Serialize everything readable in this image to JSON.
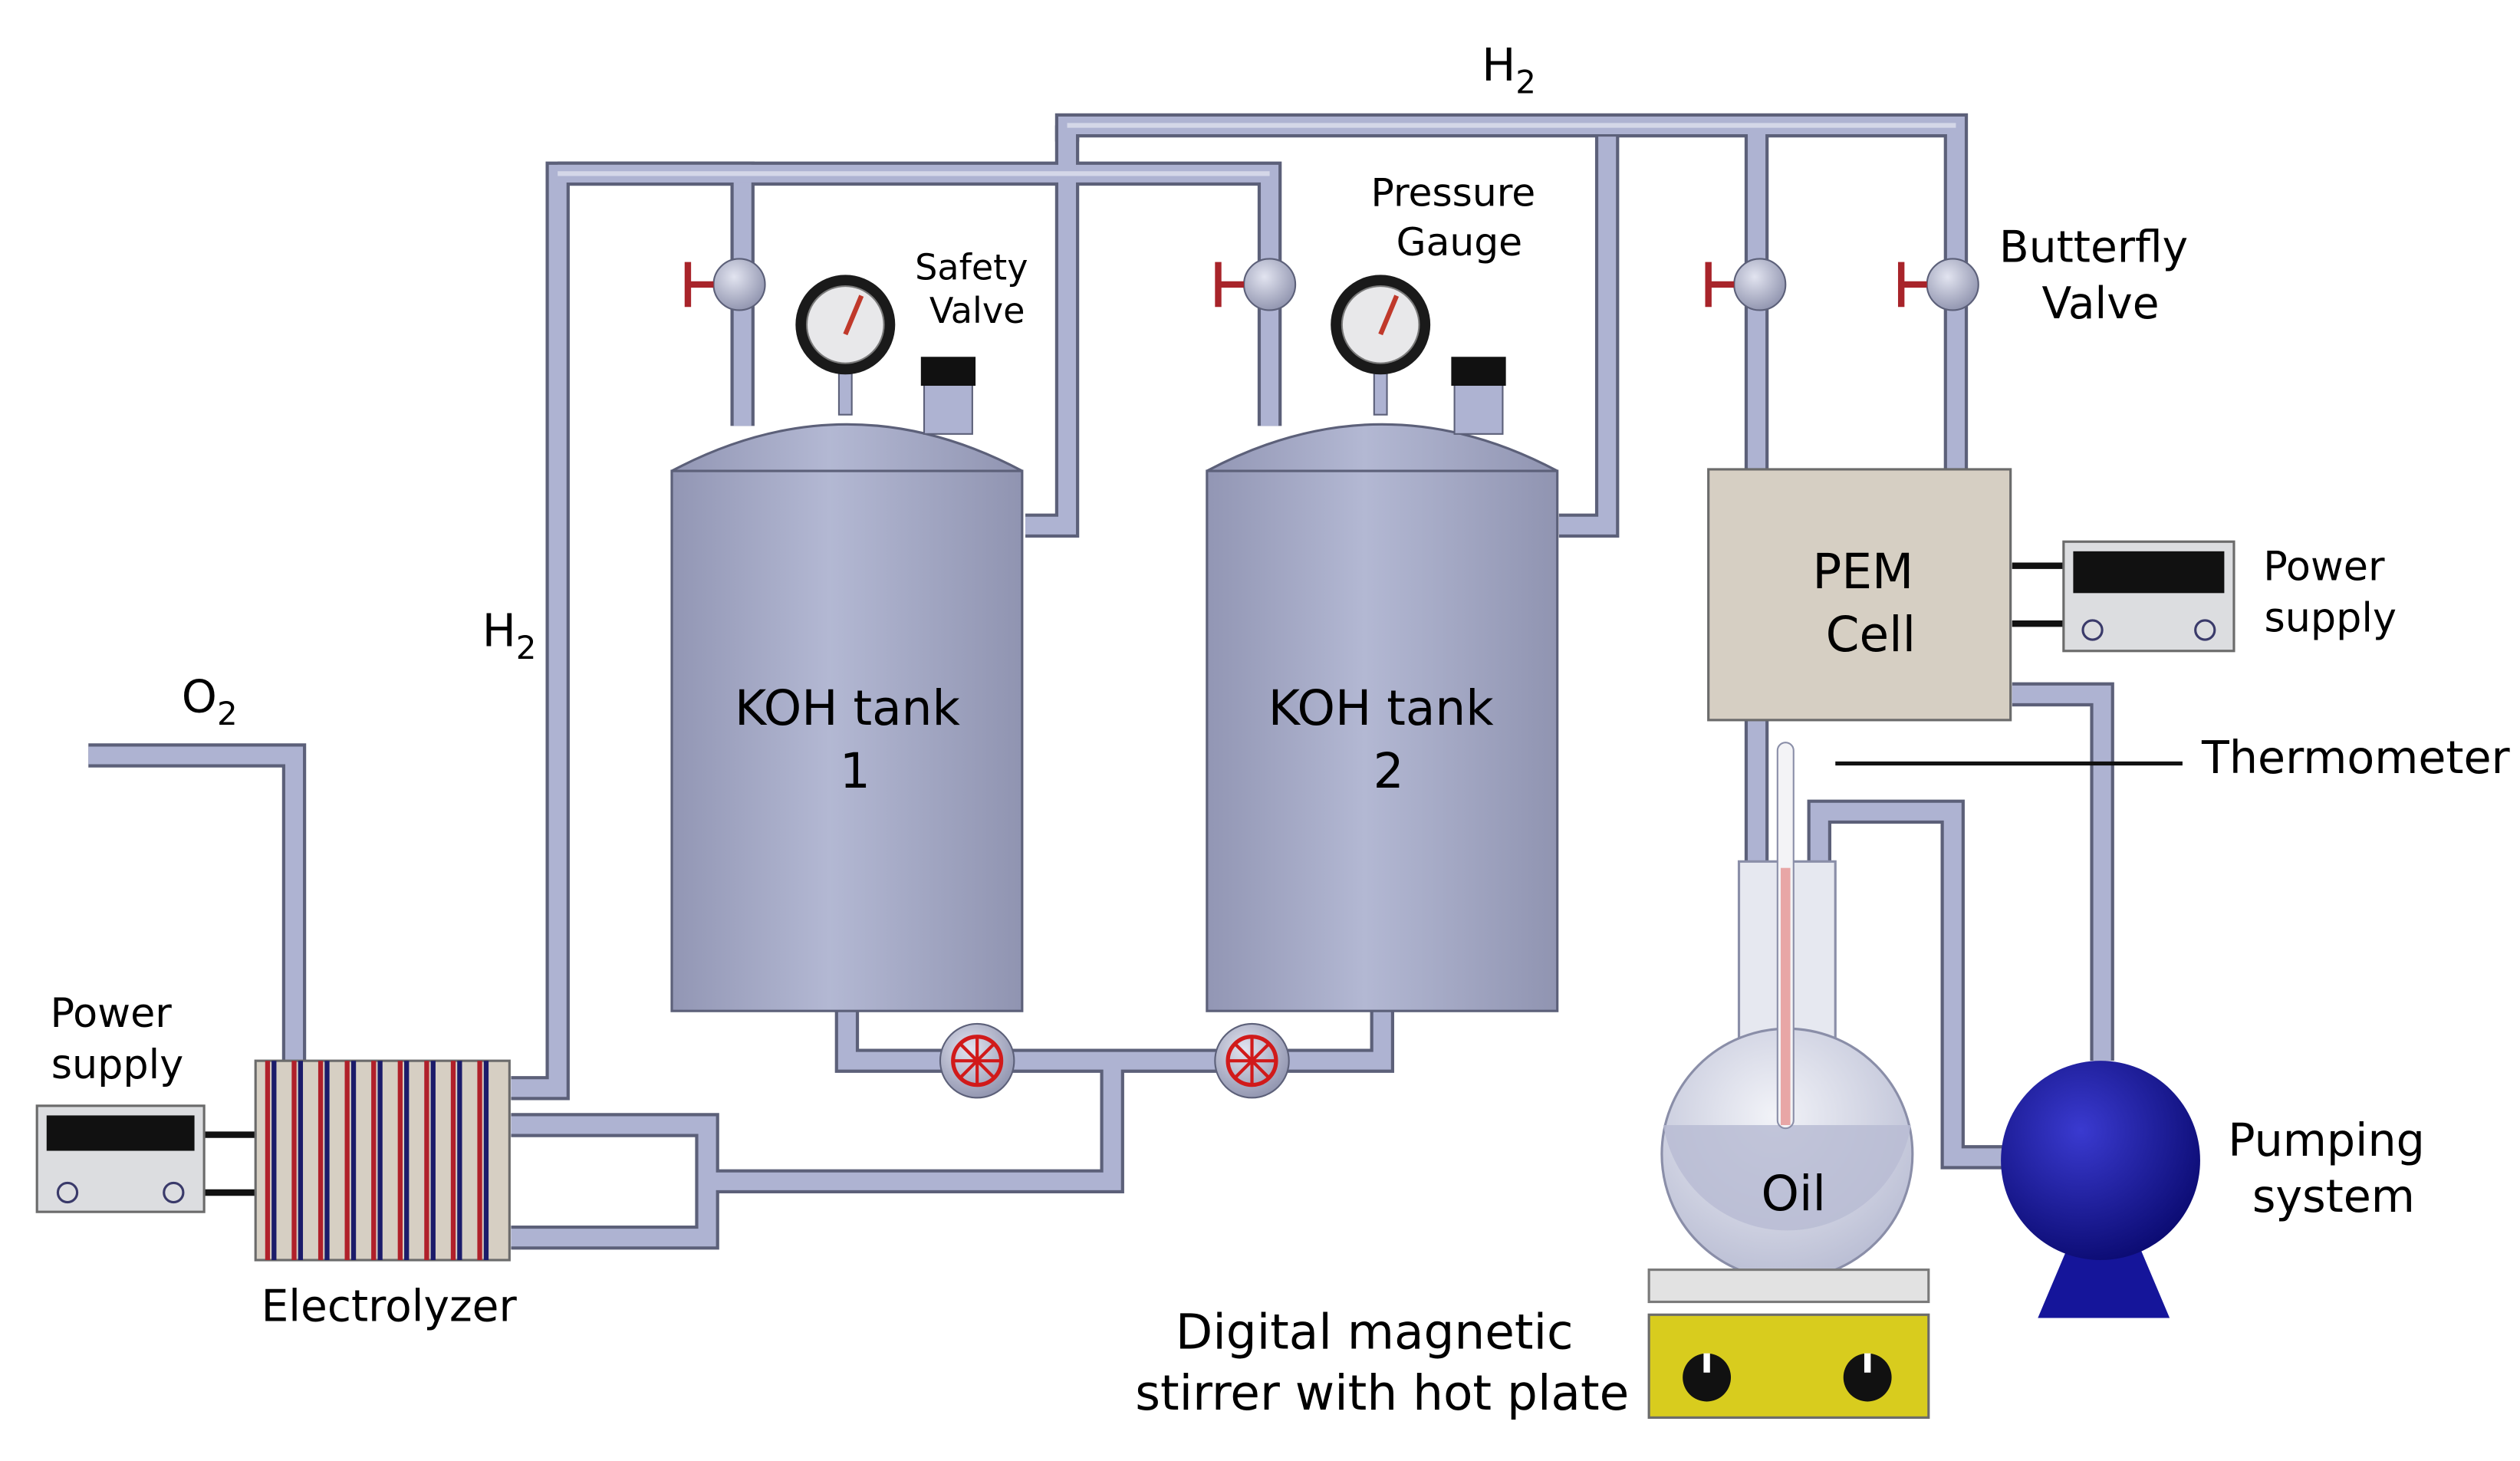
{
  "labels": {
    "h2_top": "H",
    "h2_top_sub": "2",
    "h2_left": "H",
    "h2_left_sub": "2",
    "o2": "O",
    "o2_sub": "2",
    "safety_valve_line1": "Safety",
    "safety_valve_line2": "Valve",
    "pressure_gauge_line1": "Pressure",
    "pressure_gauge_line2": "Gauge",
    "butterfly_valve_line1": "Butterfly",
    "butterfly_valve_line2": "Valve",
    "tank1_line1": "KOH tank",
    "tank1_line2": "1",
    "tank2_line1": "KOH tank",
    "tank2_line2": "2",
    "pem_line1": "PEM",
    "pem_line2": "Cell",
    "power_supply_right_line1": "Power",
    "power_supply_right_line2": "supply",
    "power_supply_left_line1": "Power",
    "power_supply_left_line2": "supply",
    "thermometer": "Thermometer",
    "electrolyzer": "Electrolyzer",
    "oil": "Oil",
    "pumping_line1": "Pumping",
    "pumping_line2": "system",
    "stirrer_line1": "Digital magnetic",
    "stirrer_line2": "stirrer with hot plate"
  },
  "colors": {
    "pipe_fill": "#aeb3d2",
    "pipe_stroke": "#5c6079",
    "tank_body": "#a9aec9",
    "pem_cell": "#d6cfc3",
    "pump": "#15159a",
    "hot_plate": "#d8cc1e",
    "valve_handle": "#a8242a",
    "gauge_needle": "#c0392b",
    "thermometer_red": "#e8a6a6"
  },
  "icons": [
    "gauge-icon",
    "safety-valve-icon",
    "butterfly-valve-icon",
    "ball-valve-icon",
    "power-supply-icon",
    "pump-icon",
    "flask-icon",
    "thermometer-icon",
    "hot-plate-icon"
  ]
}
